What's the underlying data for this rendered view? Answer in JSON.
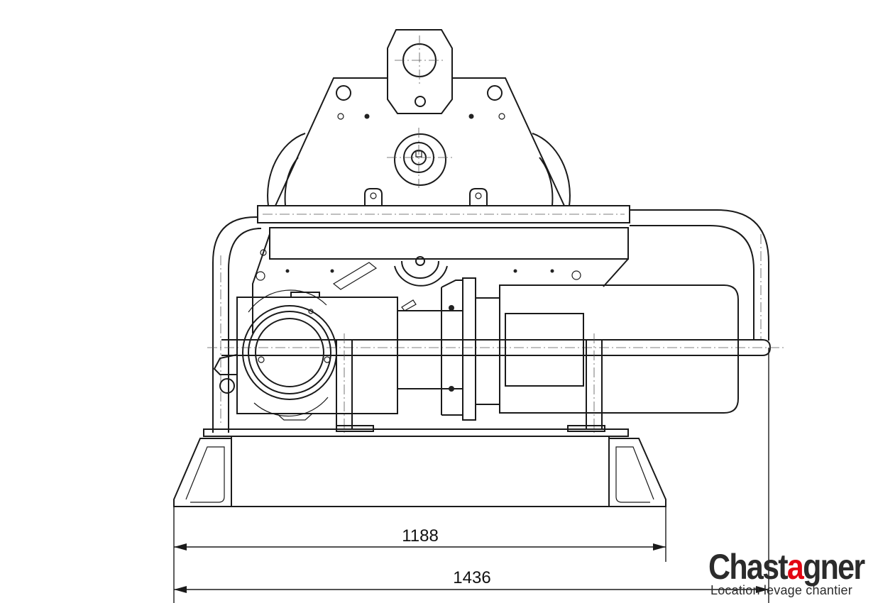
{
  "dimensions": {
    "inner_width": "1188",
    "overall_width": "1436"
  },
  "logo": {
    "brand_part1": "Chast",
    "brand_accent": "a",
    "brand_part2": "gner",
    "tagline": "Location levage chantier",
    "accent_color": "#e30613",
    "text_color": "#2b2b2b"
  }
}
